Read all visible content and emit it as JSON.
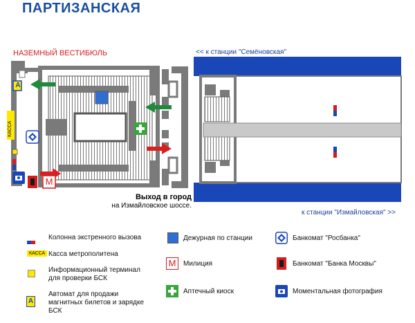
{
  "title": "ПАРТИЗАНСКАЯ",
  "vestibule_label": "НАЗЕМНЫЙ ВЕСТИБЮЛЬ",
  "direction_top": "<< к станции \"Семёновская\"",
  "direction_bottom": "к станции \"Измайловская\" >>",
  "exit": {
    "bold": "Выход в город",
    "sub": "на Измайловское шоссе."
  },
  "kassa_text": "КАССА",
  "icons": {
    "ticket_machine": "А",
    "police": "М"
  },
  "legend": [
    {
      "label": "Колонна экстренного вызова",
      "icon": "emergency-column-icon"
    },
    {
      "label": "Касса метрополитена",
      "icon": "ticket-office-icon"
    },
    {
      "label": "Информационный терминал для проверки БСК",
      "icon": "info-terminal-icon"
    },
    {
      "label": "Автомат для продажи магнитных билетов и зарядке БСК",
      "icon": "ticket-machine-icon"
    },
    {
      "label": "Дежурная по станции",
      "icon": "station-attendant-icon"
    },
    {
      "label": "Милиция",
      "icon": "police-icon"
    },
    {
      "label": "Аптечный киоск",
      "icon": "pharmacy-icon"
    },
    {
      "label": "Банкомат \"Росбанка\"",
      "icon": "rosbank-atm-icon"
    },
    {
      "label": "Банкомат \"Банка Москвы\"",
      "icon": "bank-moscow-atm-icon"
    },
    {
      "label": "Моментальная фотография",
      "icon": "photo-booth-icon"
    }
  ],
  "colors": {
    "title": "#1a4fa0",
    "track": "#1a47b8",
    "arrow_green": "#1f8a3a",
    "arrow_red": "#d82020",
    "vestibule_label": "#d81c1c"
  }
}
